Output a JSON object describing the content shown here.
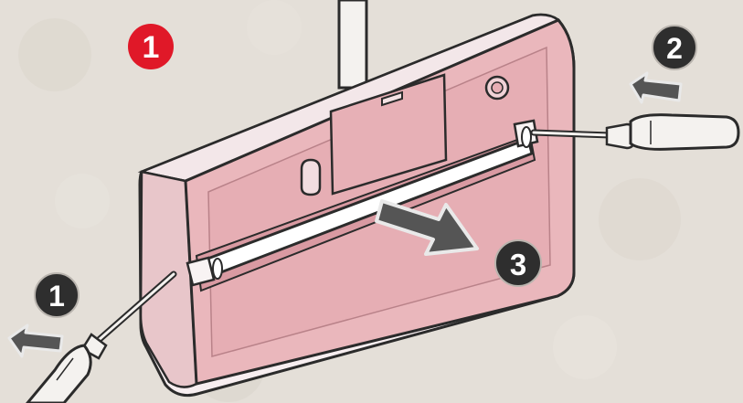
{
  "steps": {
    "figure_number": "1",
    "left_screwdriver": "1",
    "right_screwdriver": "2",
    "pull_out": "3"
  },
  "colors": {
    "figure_badge": "#e01828",
    "step_badge": "#2e2e2e",
    "housing_fill": "#eab7bc",
    "housing_edge": "#f7eef0",
    "arrow_fill": "#555555",
    "arrow_outline": "#e9e9e9",
    "background": "#e4dfd8"
  },
  "icons": [
    "screwdriver-icon",
    "arrow-icon"
  ]
}
